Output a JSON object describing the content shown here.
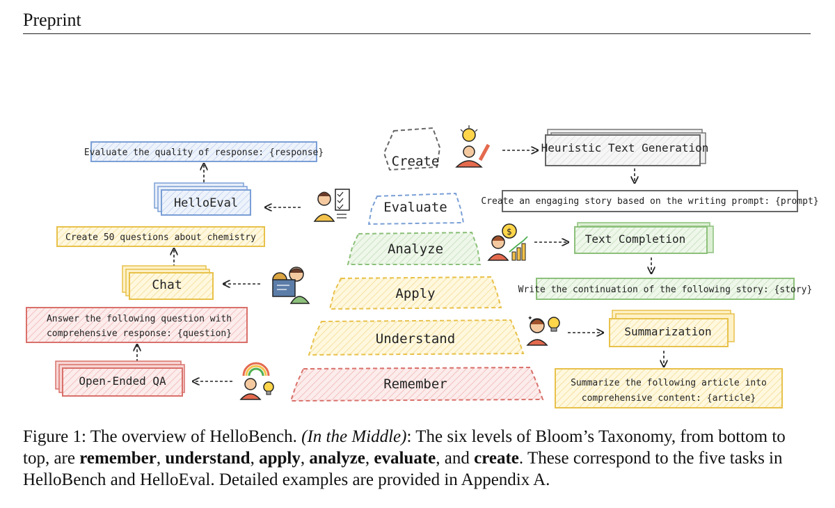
{
  "header": {
    "label": "Preprint"
  },
  "figure": {
    "pyramid": [
      "Create",
      "Evaluate",
      "Analyze",
      "Apply",
      "Understand",
      "Remember"
    ],
    "left": {
      "helloeval": {
        "title": "HelloEval",
        "prompt": "Evaluate the quality of response: {response}"
      },
      "chat": {
        "title": "Chat",
        "prompt": "Create 50 questions about chemistry"
      },
      "openqa": {
        "title": "Open-Ended QA",
        "prompt_line1": "Answer the following question with",
        "prompt_line2": "comprehensive response: {question}"
      }
    },
    "right": {
      "heuristic": {
        "title": "Heuristic Text Generation",
        "prompt": "Create an engaging story based on the writing prompt: {prompt}"
      },
      "completion": {
        "title": "Text Completion",
        "prompt": "Write the continuation of the following story: {story}"
      },
      "summarization": {
        "title": "Summarization",
        "prompt_line1": "Summarize the following article into",
        "prompt_line2": "comprehensive content: {article}"
      }
    },
    "colors": {
      "blue": "#7a9fd6",
      "yellow": "#e8c14a",
      "red": "#d9706a",
      "green": "#8cc07a",
      "gray": "#777777"
    },
    "icons": [
      "idea-person-icon",
      "checklist-person-icon",
      "analytics-person-icon",
      "computer-person-icon",
      "lightbulb-person-icon",
      "creative-person-icon"
    ]
  },
  "caption": {
    "prefix": "Figure 1: The overview of HelloBench. ",
    "italic": "(In the Middle)",
    "mid1": ": The six levels of Bloom’s Taxonomy, from bottom to top, are ",
    "b1": "remember",
    "sep1": ", ",
    "b2": "understand",
    "sep2": ", ",
    "b3": "apply",
    "sep3": ", ",
    "b4": "analyze",
    "sep4": ", ",
    "b5": "evaluate",
    "sep5": ", and ",
    "b6": "create",
    "rest": ". These correspond to the five tasks in HelloBench and HelloEval. Detailed examples are provided in Appendix  A."
  }
}
